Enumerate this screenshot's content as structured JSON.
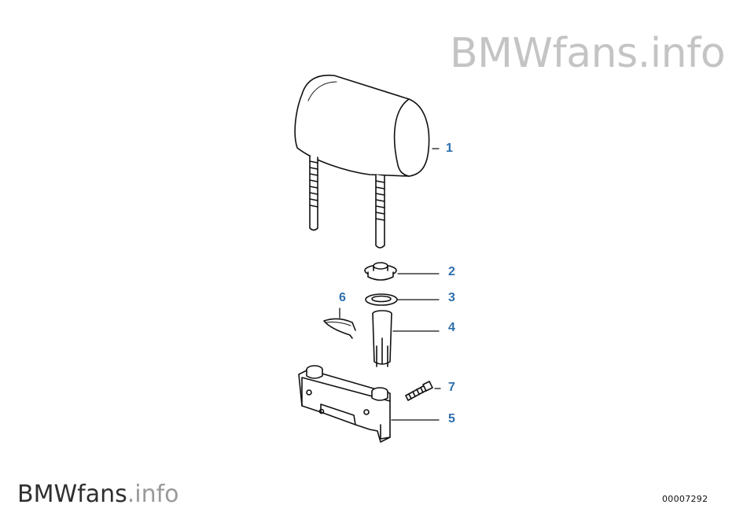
{
  "watermark_top": {
    "brand": "BMWfans",
    "suffix": ".info"
  },
  "watermark_bottom": {
    "brand": "BMWfans",
    "suffix": ".info"
  },
  "diagram_number": "00007292",
  "callouts": [
    "1",
    "2",
    "3",
    "4",
    "5",
    "6",
    "7"
  ],
  "colors": {
    "callout": "#2e6fae",
    "line": "#111111",
    "watermark": "#c4c4c4"
  }
}
